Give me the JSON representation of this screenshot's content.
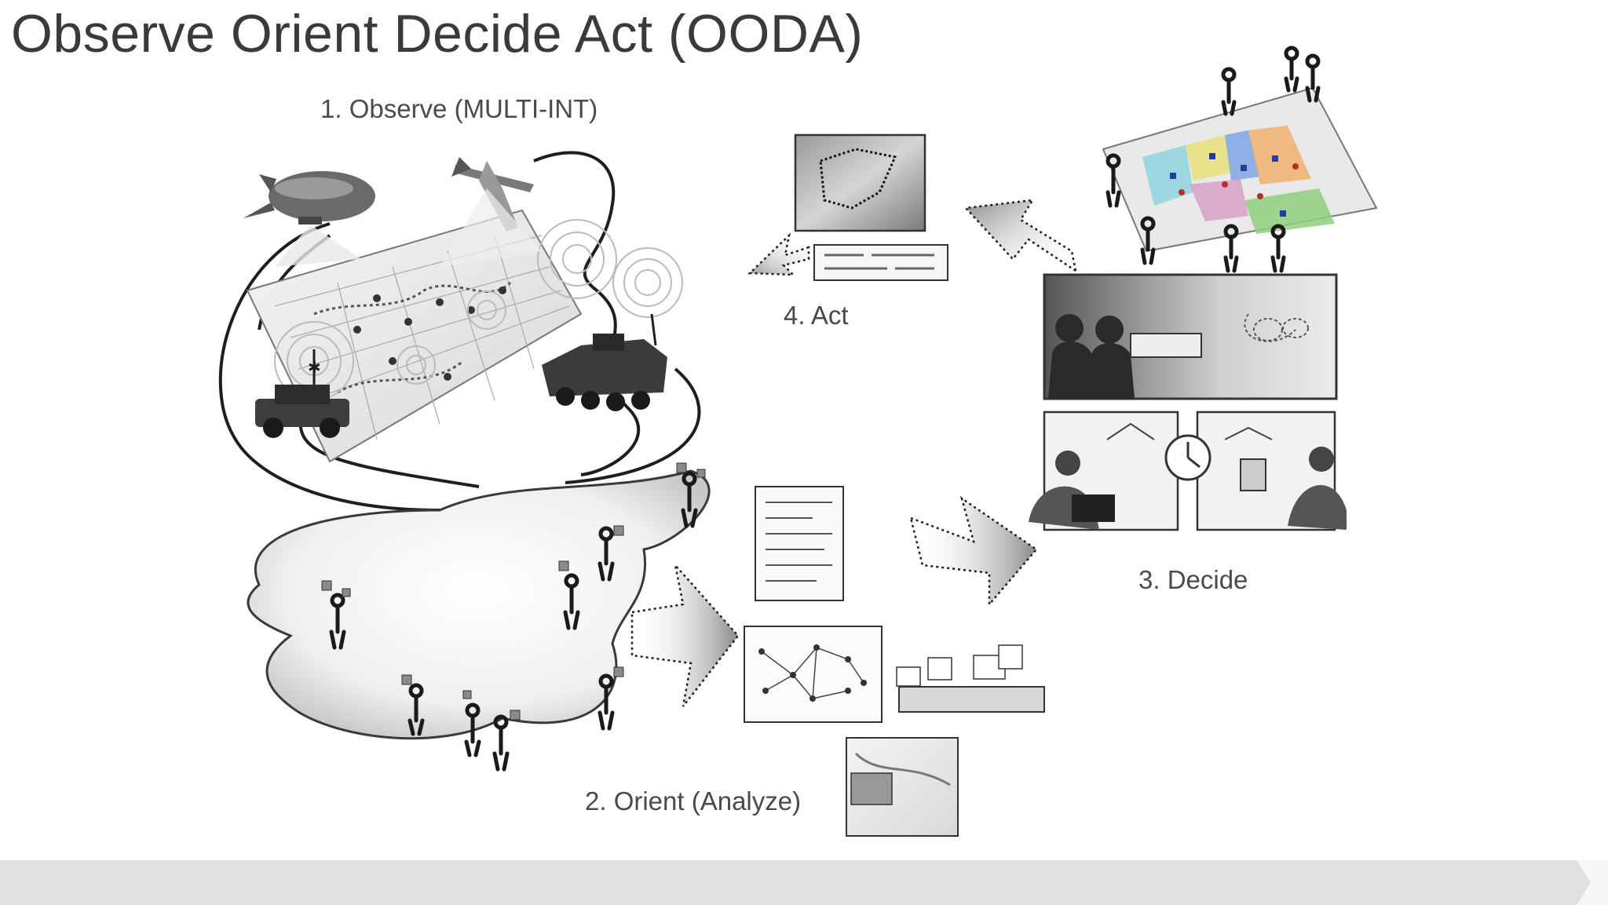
{
  "title": "Observe Orient Decide Act (OODA)",
  "stages": {
    "observe": "1.   Observe (MULTI-INT)",
    "orient": "2. Orient (Analyze)",
    "decide": "3. Decide",
    "act": "4. Act"
  },
  "colors": {
    "ink": "#1e1e1e",
    "text": "#4a4a4a",
    "footer": "#e0e0e2",
    "zone_cyan": "#8fd3e0",
    "zone_yellow": "#e8e07a",
    "zone_blue": "#7fa6e6",
    "zone_orange": "#f0b070",
    "zone_pink": "#d6a0c8",
    "zone_green": "#8fce7f",
    "marker_blue": "#1f3f9a",
    "marker_red": "#b0302a"
  }
}
